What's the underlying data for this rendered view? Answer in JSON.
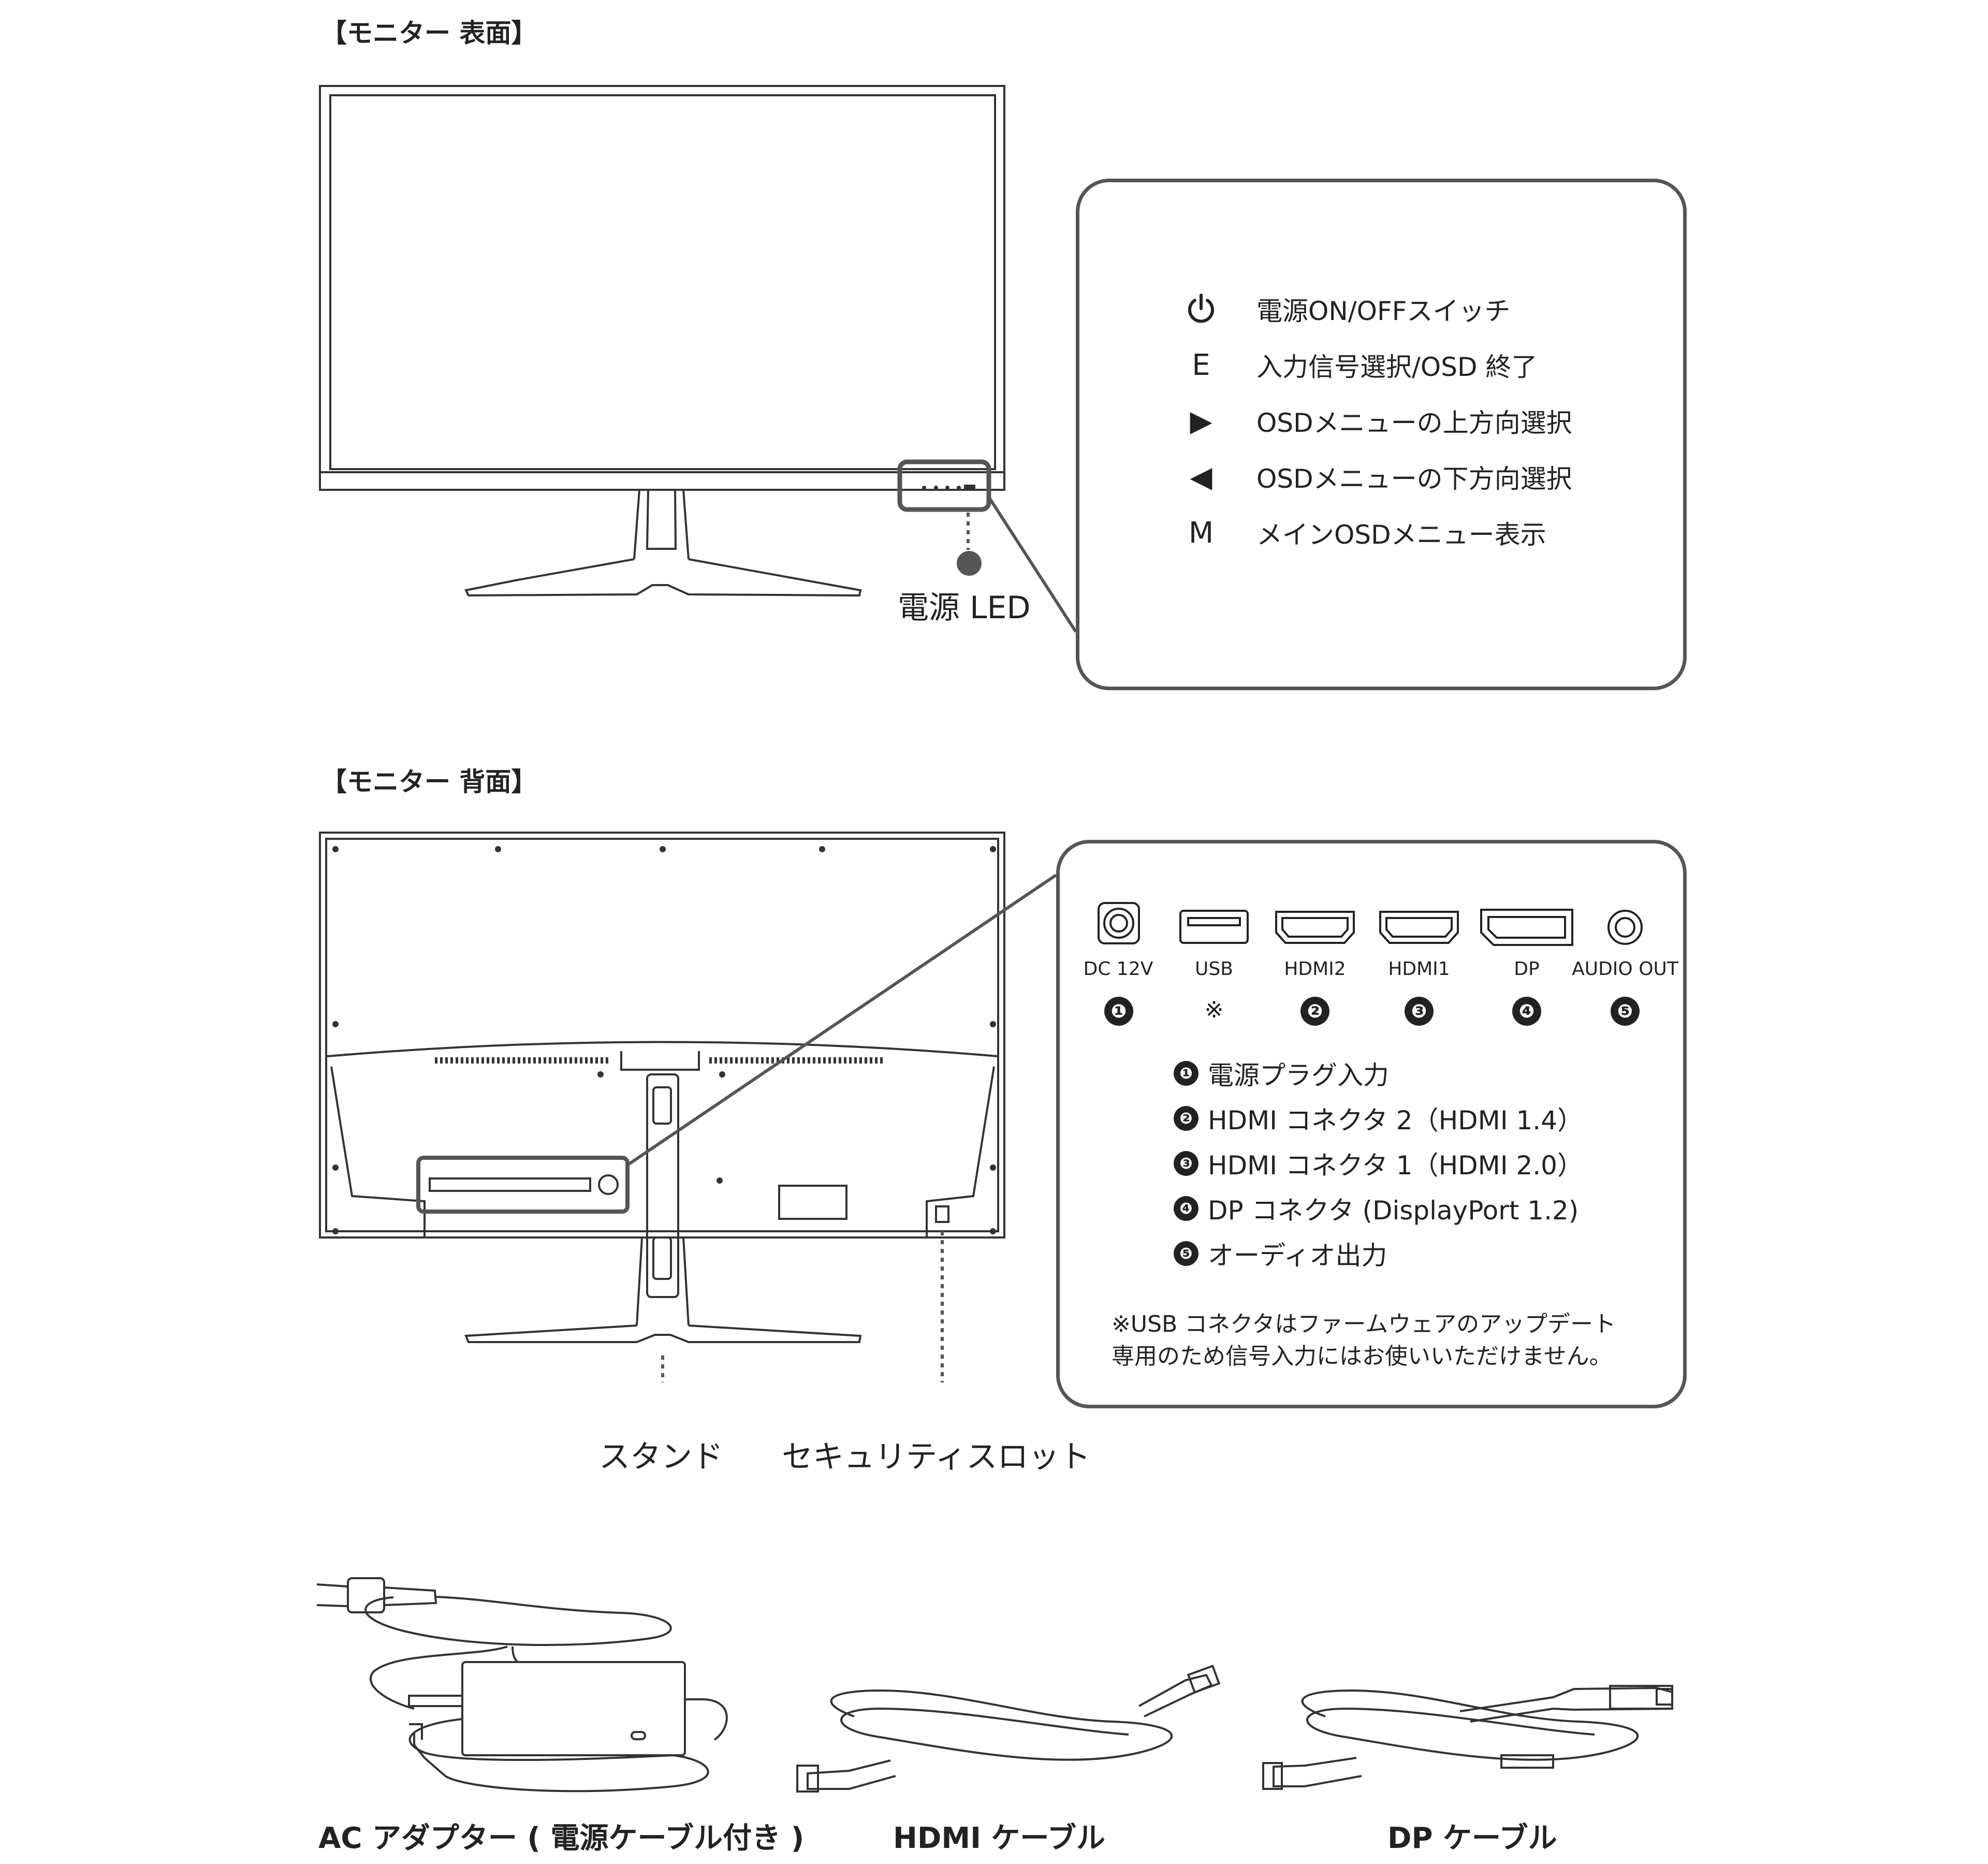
{
  "sections": {
    "front_title": "【モニター 表面】",
    "rear_title": "【モニター 背面】"
  },
  "front": {
    "power_led_label": "電源 LED",
    "buttons": [
      {
        "icon": "power-icon",
        "symbol": "⏻",
        "label": "電源ON/OFFスイッチ"
      },
      {
        "icon": "e-key-icon",
        "symbol": "E",
        "label": "入力信号選択/OSD 終了"
      },
      {
        "icon": "triangle-right-icon",
        "symbol": "▶",
        "label": "OSDメニューの上方向選択"
      },
      {
        "icon": "triangle-left-icon",
        "symbol": "◀",
        "label": "OSDメニューの下方向選択"
      },
      {
        "icon": "m-key-icon",
        "symbol": "M",
        "label": "メインOSDメニュー表示"
      }
    ]
  },
  "rear": {
    "ports": [
      {
        "icon": "dc-jack-icon",
        "label": "DC 12V",
        "marker": "❶"
      },
      {
        "icon": "usb-port-icon",
        "label": "USB",
        "marker": "※"
      },
      {
        "icon": "hdmi-port-icon",
        "label": "HDMI2",
        "marker": "❷"
      },
      {
        "icon": "hdmi-port-icon",
        "label": "HDMI1",
        "marker": "❸"
      },
      {
        "icon": "displayport-icon",
        "label": "DP",
        "marker": "❹"
      },
      {
        "icon": "audio-jack-icon",
        "label": "AUDIO OUT",
        "marker": "❺"
      }
    ],
    "legend": [
      {
        "marker": "❶",
        "text": "電源プラグ入力"
      },
      {
        "marker": "❷",
        "text": "HDMI コネクタ 2（HDMI 1.4）"
      },
      {
        "marker": "❸",
        "text": "HDMI コネクタ 1（HDMI 2.0）"
      },
      {
        "marker": "❹",
        "text": "DP コネクタ (DisplayPort 1.2)"
      },
      {
        "marker": "❺",
        "text": "オーディオ出力"
      }
    ],
    "note_line1": "※USB コネクタはファームウェアのアップデート",
    "note_line2": "専用のため信号入力にはお使いいただけません。",
    "stand_label": "スタンド",
    "security_label": "セキュリティスロット"
  },
  "accessories": [
    {
      "icon": "ac-adapter-icon",
      "label": "AC アダプター ( 電源ケーブル付き )"
    },
    {
      "icon": "hdmi-cable-icon",
      "label": "HDMI ケーブル"
    },
    {
      "icon": "dp-cable-icon",
      "label": "DP ケーブル"
    }
  ]
}
